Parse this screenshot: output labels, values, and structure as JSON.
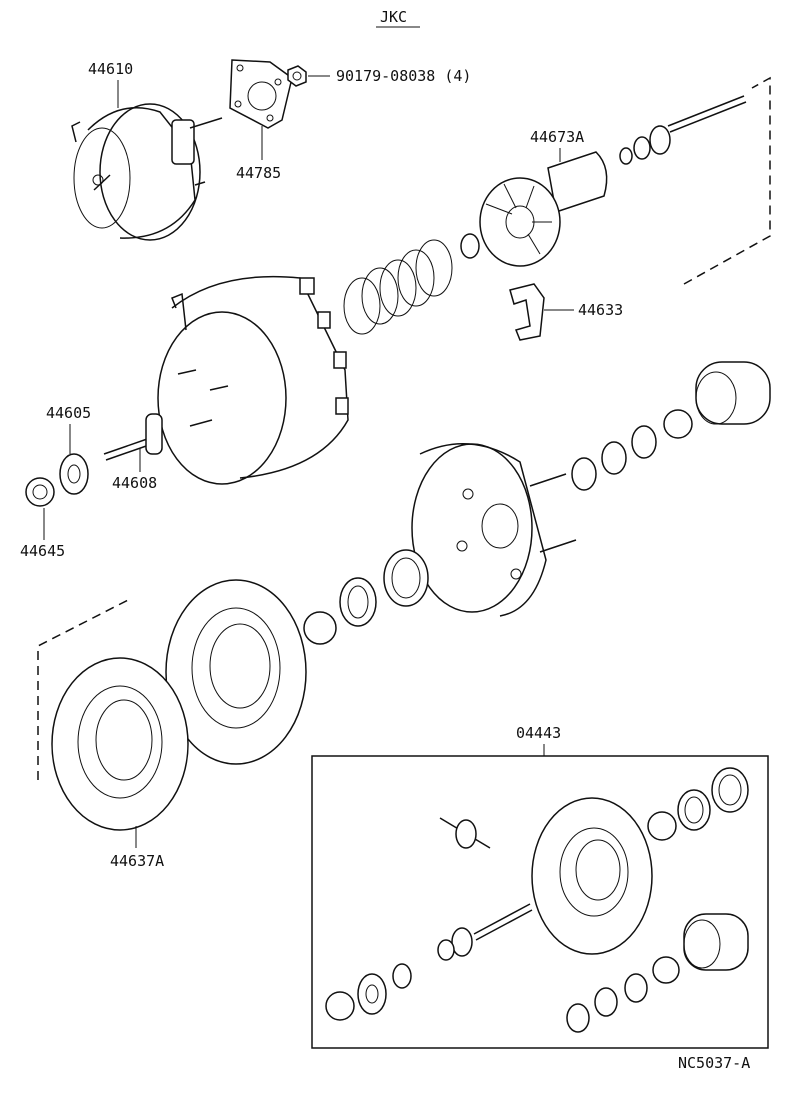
{
  "header": {
    "code": "JKC"
  },
  "footer": {
    "figure_id": "NC5037-A"
  },
  "labels": {
    "booster": "44610",
    "gasket": "44785",
    "nut": "90179-08038 (4)",
    "valve_body": "44673A",
    "key": "44633",
    "seal": "44605",
    "push_rod": "44608",
    "retainer": "44645",
    "diaphragm": "44637A",
    "kit": "04443"
  }
}
